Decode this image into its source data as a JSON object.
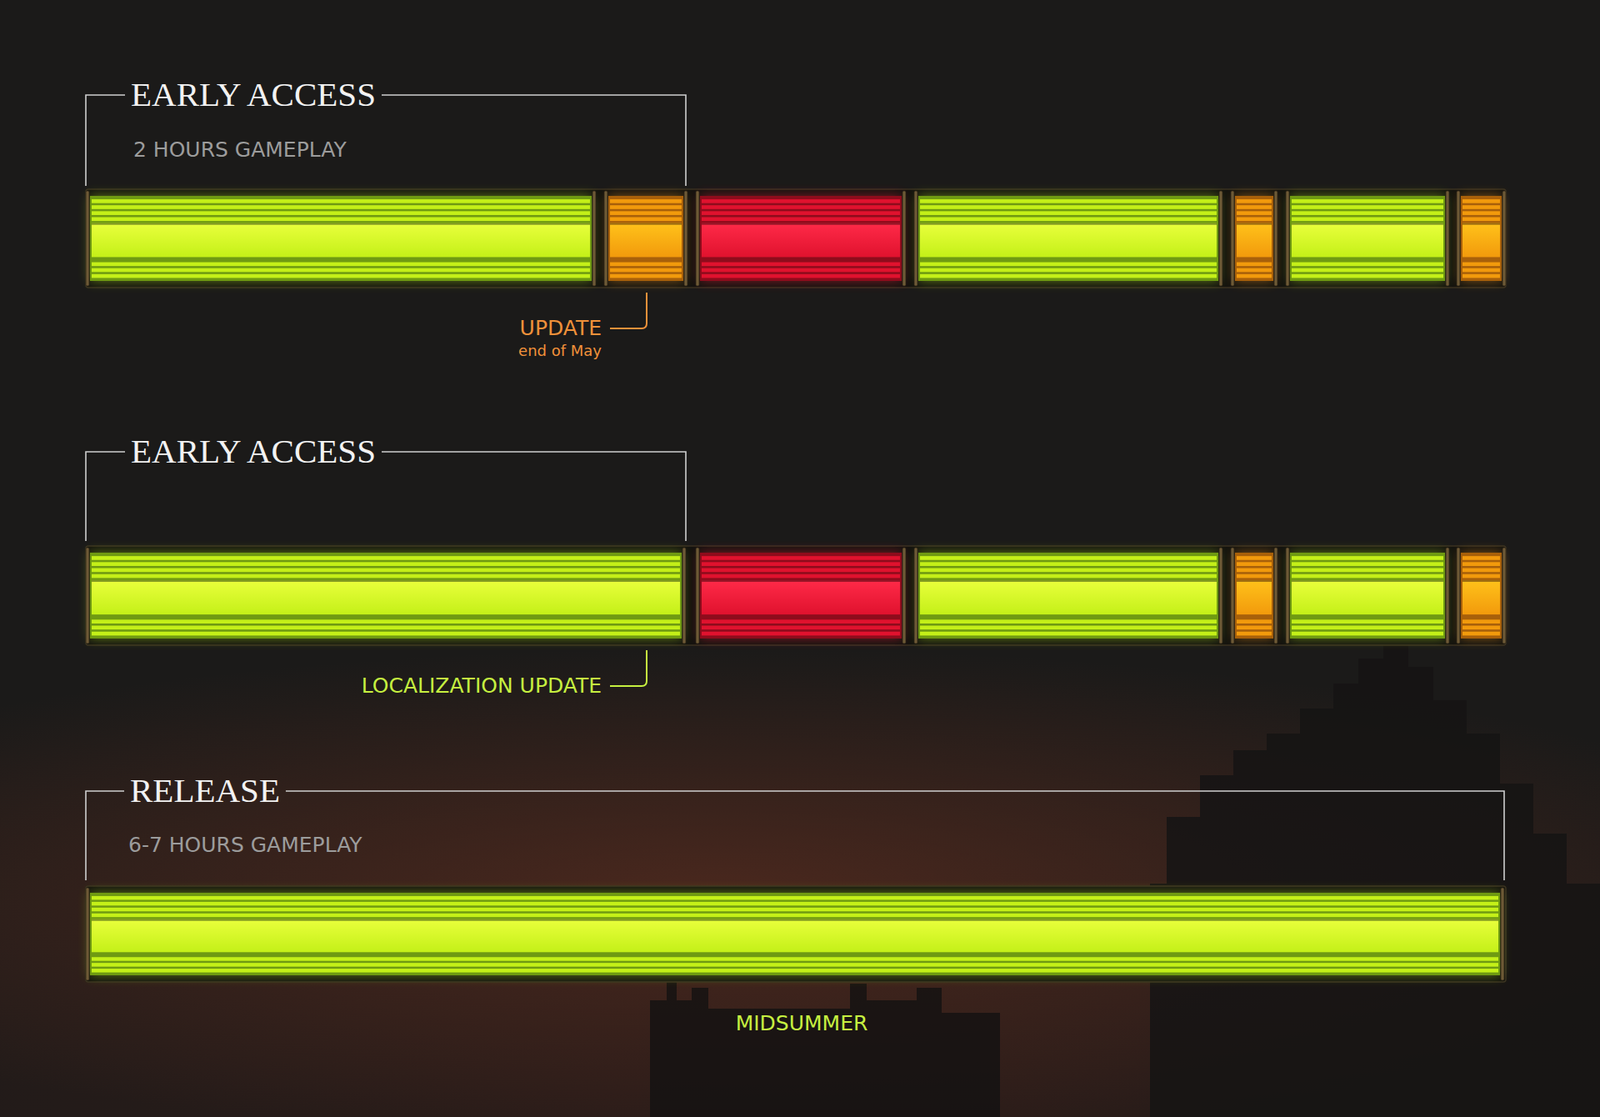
{
  "diagram": {
    "labels": [
      "EARLY ACCESS",
      "2 HOURS GAMEPLAY",
      "UPDATE",
      "end of May",
      "EARLY ACCESS",
      "LOCALIZATION UPDATE",
      "RELEASE",
      "6-7 HOURS GAMEPLAY",
      "MIDSUMMER"
    ]
  }
}
